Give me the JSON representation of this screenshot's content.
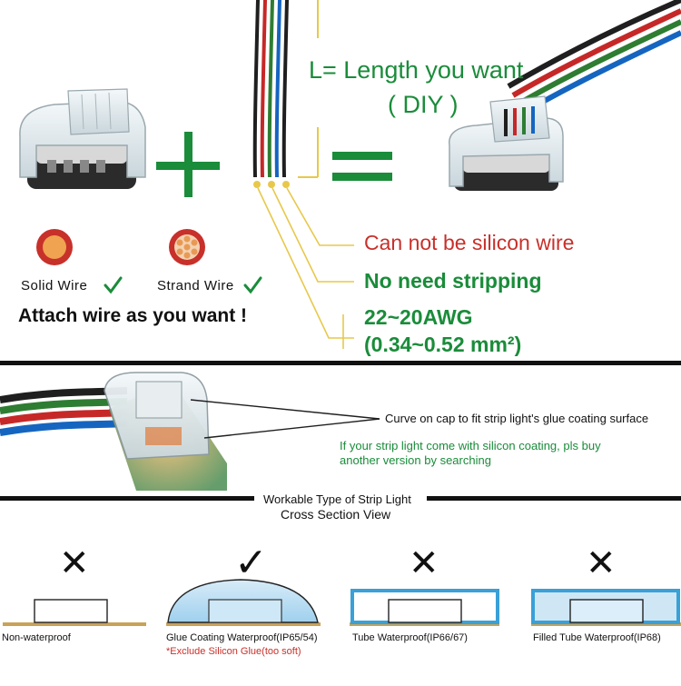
{
  "top": {
    "length_line1": "L= Length you want",
    "length_line2": "( DIY )",
    "solid_wire": "Solid Wire",
    "strand_wire": "Strand Wire",
    "attach": "Attach wire as you want !",
    "no_silicon": "Can not be silicon wire",
    "no_strip": "No need stripping",
    "awg": "22~20AWG",
    "mm_range": "(0.34~0.52 mm²)"
  },
  "middle": {
    "curve_note": "Curve on cap to fit strip light's glue coating surface",
    "silicon_note_1": "If your strip light come with silicon coating, pls buy",
    "silicon_note_2": "another version by searching"
  },
  "bottom": {
    "heading_1": "Workable Type of Strip Light",
    "heading_2": "Cross Section View",
    "types": [
      {
        "label": "Non-waterproof",
        "mark": "✕"
      },
      {
        "label": "Glue Coating Waterproof(IP65/54)",
        "mark": "✓",
        "note": "*Exclude Silicon Glue(too soft)"
      },
      {
        "label": "Tube Waterproof(IP66/67)",
        "mark": "✕"
      },
      {
        "label": "Filled Tube Waterproof(IP68)",
        "mark": "✕"
      }
    ]
  },
  "colors": {
    "green": "#1a8c3a",
    "red": "#c8302a",
    "yellow": "#e8c84a",
    "tan": "#c9a25a",
    "blue_tube": "#3aa0d8"
  }
}
